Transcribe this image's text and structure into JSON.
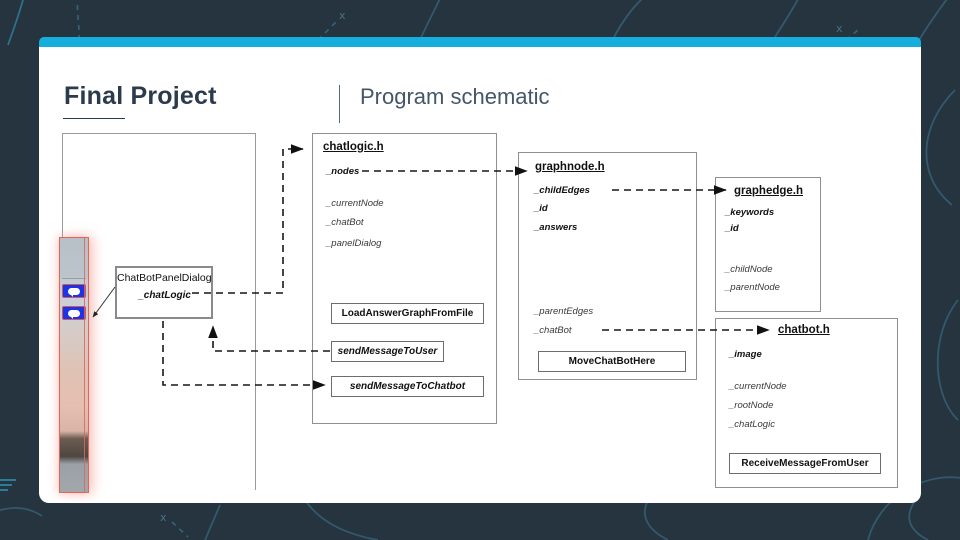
{
  "slide": {
    "title": "Final Project",
    "subtitle": "Program schematic"
  },
  "diagram": {
    "panelDialog": {
      "title": "ChatBotPanelDialog",
      "member": "_chatLogic"
    },
    "chatlogic": {
      "title": "chatlogic.h",
      "boldMembers": [
        "_nodes"
      ],
      "members": [
        "_currentNode",
        "_chatBot",
        "_panelDialog"
      ],
      "methods": {
        "load": "LoadAnswerGraphFromFile",
        "sendToUser": "sendMessageToUser",
        "sendToChatbot": "sendMessageToChatbot"
      }
    },
    "graphnode": {
      "title": "graphnode.h",
      "boldMembers": [
        "_childEdges",
        "_id",
        "_answers"
      ],
      "members": [
        "_parentEdges",
        "_chatBot"
      ],
      "method": "MoveChatBotHere"
    },
    "graphedge": {
      "title": "graphedge.h",
      "boldMembers": [
        "_keywords",
        "_id"
      ],
      "members": [
        "_childNode",
        "_parentNode"
      ]
    },
    "chatbot": {
      "title": "chatbot.h",
      "boldMembers": [
        "_image"
      ],
      "members": [
        "_currentNode",
        "_rootNode",
        "_chatLogic"
      ],
      "method": "ReceiveMessageFromUser"
    }
  },
  "colors": {
    "background": "#263440",
    "accent_bar": "#16aedd",
    "title_text": "#2b3a4d",
    "subtitle_text": "#445668",
    "box_border": "#909090",
    "annotation_red": "#e0655a",
    "chat_button_blue": "#1a34e8"
  },
  "icons": {
    "chat_bubble": "speech-bubble"
  }
}
